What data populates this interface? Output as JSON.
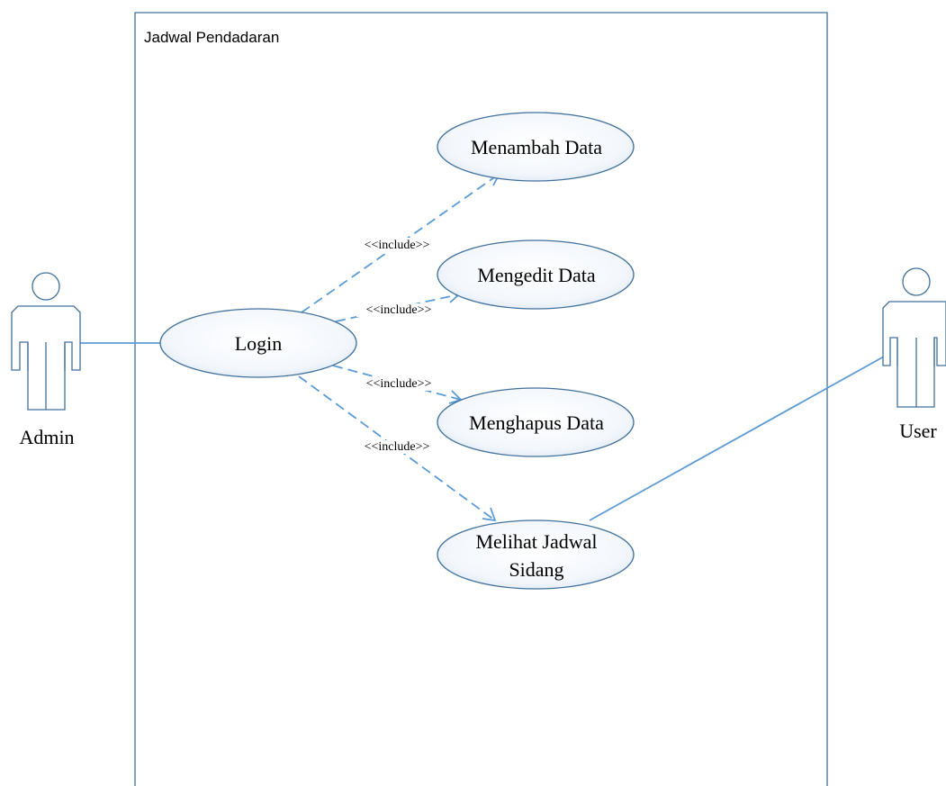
{
  "system": {
    "title": "Jadwal Pendadaran"
  },
  "actors": {
    "admin": {
      "label": "Admin"
    },
    "user": {
      "label": "User"
    }
  },
  "use_cases": {
    "login": {
      "label": "Login"
    },
    "menambah": {
      "label": "Menambah Data"
    },
    "mengedit": {
      "label": "Mengedit Data"
    },
    "menghapus": {
      "label": "Menghapus Data"
    },
    "melihat": {
      "line1": "Melihat Jadwal",
      "line2": "Sidang"
    }
  },
  "relations": {
    "include_1": "<<include>>",
    "include_2": "<<include>>",
    "include_3": "<<include>>",
    "include_4": "<<include>>"
  },
  "colors": {
    "outline": "#41719c",
    "connector": "#5b9bd5",
    "ellipse_fill_light": "#ffffff",
    "ellipse_fill_dark": "#dfe8f5"
  }
}
